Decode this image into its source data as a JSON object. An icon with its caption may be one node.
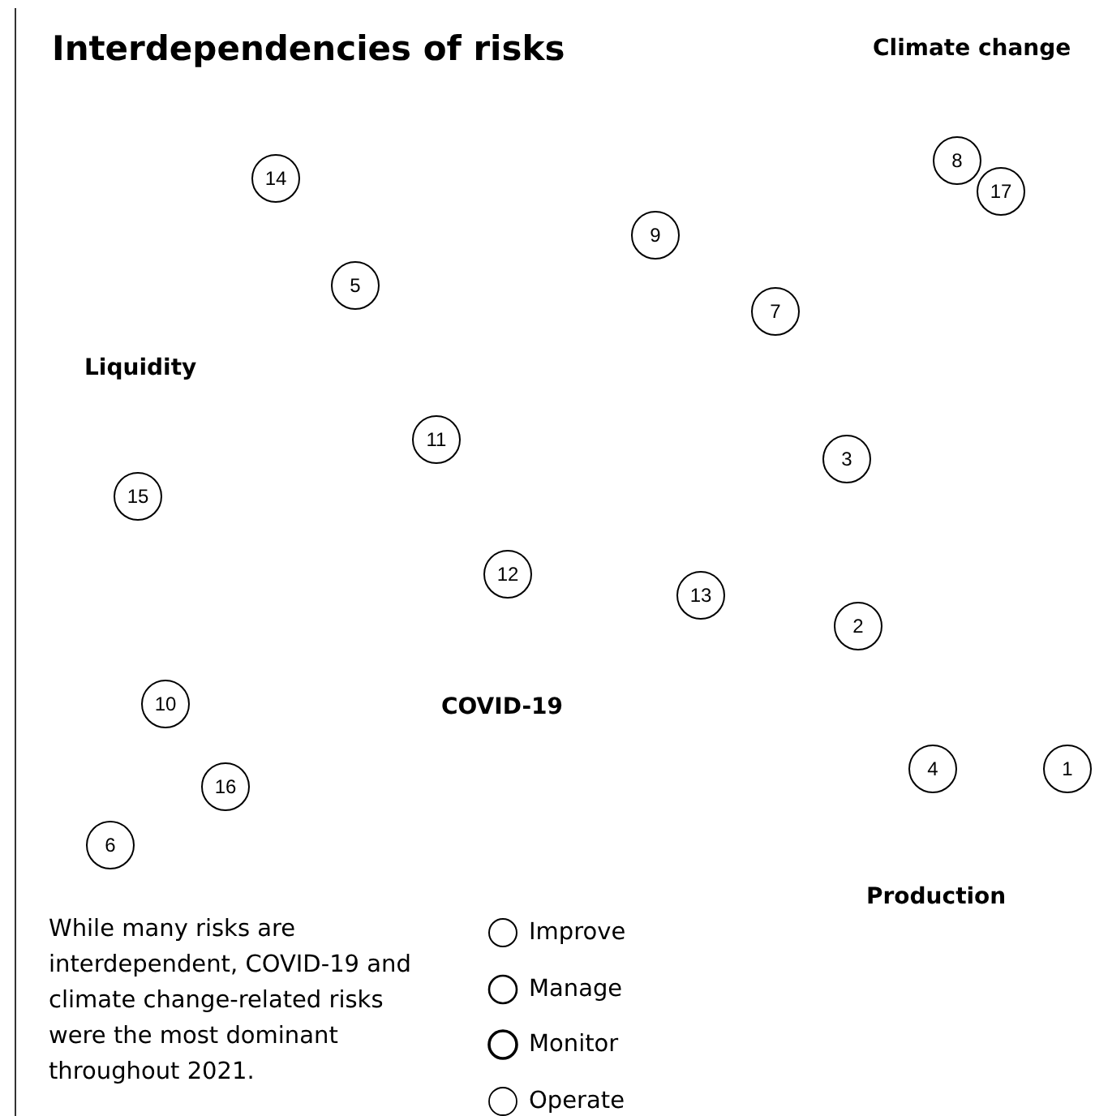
{
  "diagram": {
    "title": "Interdependencies of risks",
    "caption": "While many risks are interdependent, COVID-19 and climate change-related risks were the most dominant throughout 2021.",
    "nodes": [
      {
        "text": [
          "8"
        ]
      },
      {
        "text": [
          "14"
        ]
      },
      {
        "text": [
          "17"
        ]
      },
      {
        "text": [
          "9"
        ]
      },
      {
        "text": [
          "5"
        ]
      },
      {
        "text": [
          "7"
        ]
      },
      {
        "text": [
          "11"
        ]
      },
      {
        "text": [
          "3"
        ]
      },
      {
        "text": [
          "15"
        ]
      },
      {
        "text": [
          "12"
        ]
      },
      {
        "text": [
          "13"
        ]
      },
      {
        "text": [
          "2"
        ]
      },
      {
        "text": [
          "10"
        ]
      },
      {
        "text": [
          "4"
        ]
      },
      {
        "text": [
          "1"
        ]
      },
      {
        "text": [
          "16"
        ]
      },
      {
        "text": [
          "6"
        ]
      }
    ],
    "edges": [],
    "labels": [
      "Climate change",
      "Liquidity",
      "COVID-19",
      "Production"
    ],
    "legend": [
      {
        "text": "Improve"
      },
      {
        "text": "Manage"
      },
      {
        "text": "Monitor"
      },
      {
        "text": "Operate"
      }
    ]
  }
}
